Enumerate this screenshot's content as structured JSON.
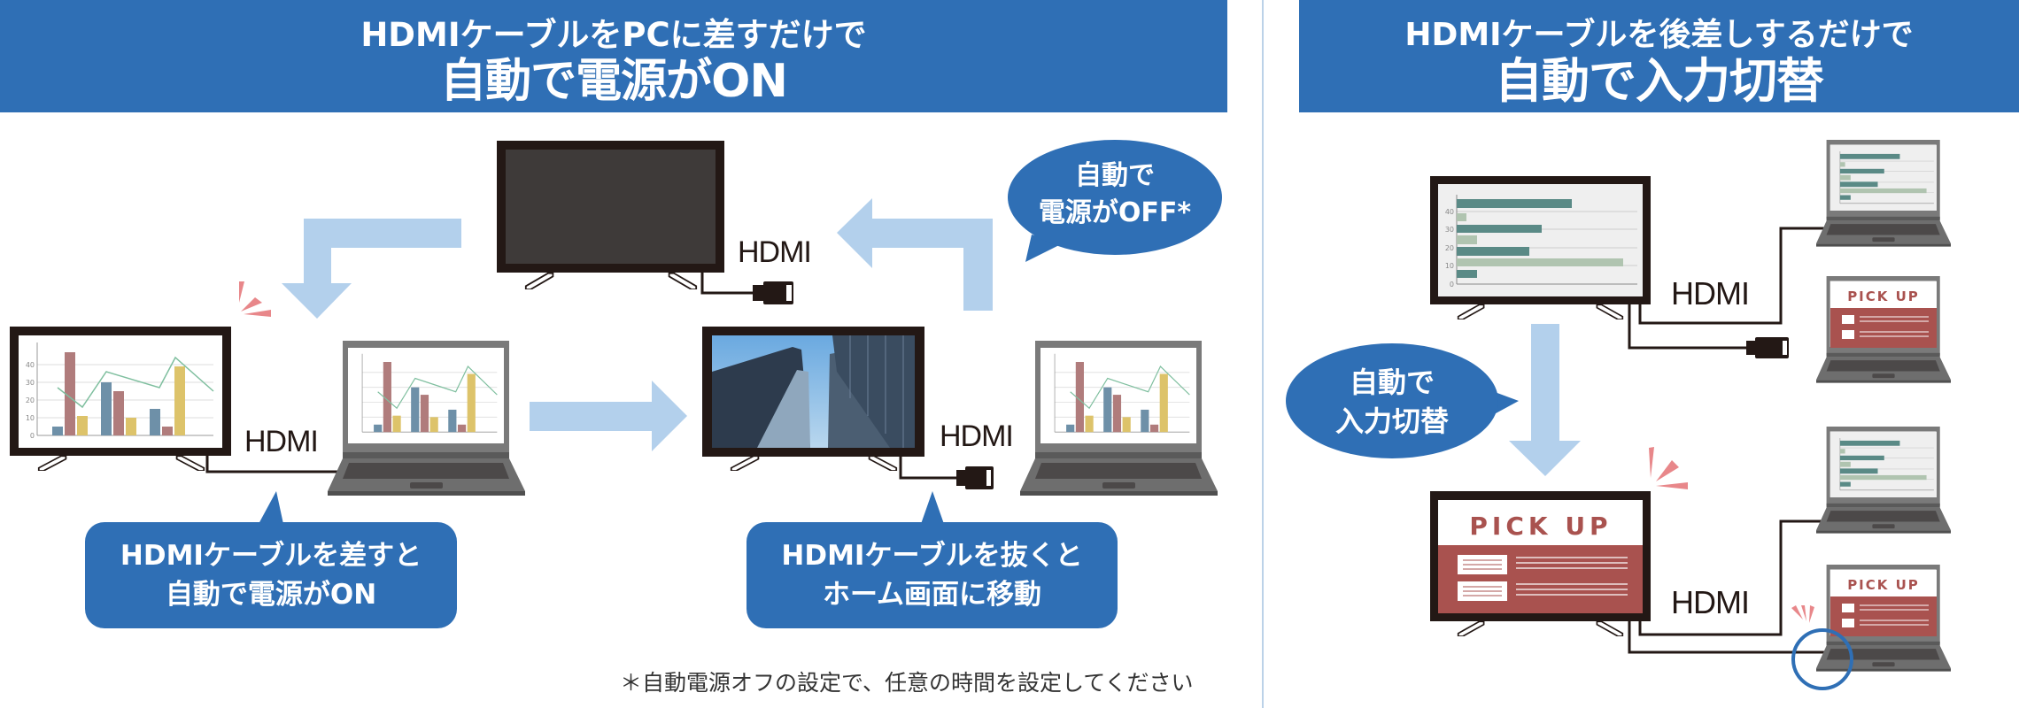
{
  "left_panel": {
    "header": {
      "line1": "HDMIケーブルをPCに差すだけで",
      "line2": "自動で電源がON"
    },
    "hdmi_label_top": "HDMI",
    "hdmi_label_left": "HDMI",
    "hdmi_label_middle": "HDMI",
    "bubble_off": {
      "line1": "自動で",
      "line2": "電源がOFF*"
    },
    "bubble_on": {
      "line1": "HDMIケーブルを差すと",
      "line2": "自動で電源がON"
    },
    "bubble_home": {
      "line1": "HDMIケーブルを抜くと",
      "line2": "ホーム画面に移動"
    },
    "chart_ticks": [
      "0",
      "10",
      "20",
      "30",
      "40"
    ],
    "footnote": "＊自動電源オフの設定で、任意の時間を設定してください"
  },
  "right_panel": {
    "header": {
      "line1": "HDMIケーブルを後差しするだけで",
      "line2": "自動で入力切替"
    },
    "hdmi_label_top": "HDMI",
    "hdmi_label_bottom": "HDMI",
    "bubble": {
      "line1": "自動で",
      "line2": "入力切替"
    },
    "pickup_label": "PICK UP",
    "chart_ticks": [
      "0",
      "10",
      "20",
      "30",
      "40"
    ]
  },
  "colors": {
    "header_blue": "#2f6fb5",
    "arrow_light_blue": "#b3d0ec",
    "pickup_red": "#a9524f",
    "alert_pink": "#e8878a"
  }
}
